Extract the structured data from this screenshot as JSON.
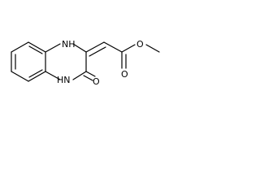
{
  "structure": {
    "atoms": {
      "nh_top": "H",
      "nh_top_n": "N",
      "nh_bottom": "H",
      "nh_bottom_n": "N",
      "oxo": "O",
      "ester_o": "O",
      "carbonyl_o": "O"
    }
  },
  "colors": {
    "bond": "#000000",
    "background": "#ffffff"
  }
}
